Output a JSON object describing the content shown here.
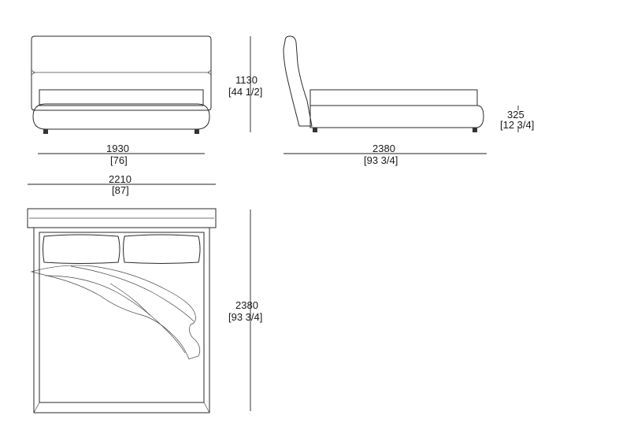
{
  "dimensions": {
    "front_width": {
      "mm": "1930",
      "inch": "[76]"
    },
    "front_height": {
      "mm": "1130",
      "inch": "[44 1/2]"
    },
    "side_length": {
      "mm": "2380",
      "inch": "[93 3/4]"
    },
    "side_base_height": {
      "mm": "325",
      "inch": "[12 3/4]"
    },
    "top_width": {
      "mm": "2210",
      "inch": "[87]"
    },
    "top_length": {
      "mm": "2380",
      "inch": "[93 3/4]"
    }
  }
}
